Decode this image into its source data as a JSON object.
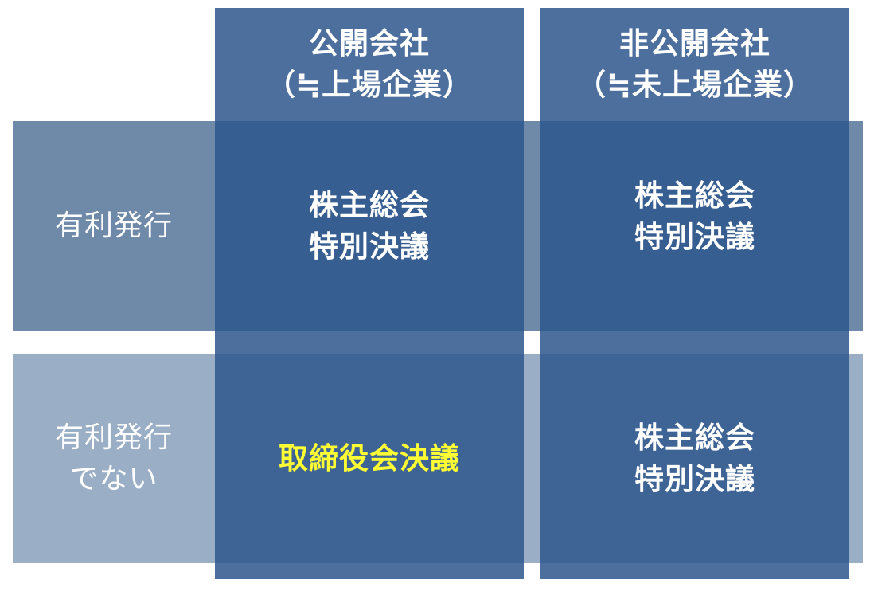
{
  "columns": {
    "public": "公開会社\n（≒上場企業）",
    "private": "非公開会社\n（≒未上場企業）"
  },
  "rows": {
    "favorable": "有利発行",
    "not_favorable": "有利発行\nでない"
  },
  "cells": {
    "favorable_public": "株主総会\n特別決議",
    "favorable_private": "株主総会\n特別決議",
    "not_favorable_public": "取締役会決議",
    "not_favorable_private": "株主総会\n特別決議"
  },
  "colors": {
    "top_band": "#6f8aa9",
    "bottom_band": "#9aafc6",
    "column": "#2e568c",
    "text": "#ffffff",
    "highlight_text": "#ffff33"
  }
}
